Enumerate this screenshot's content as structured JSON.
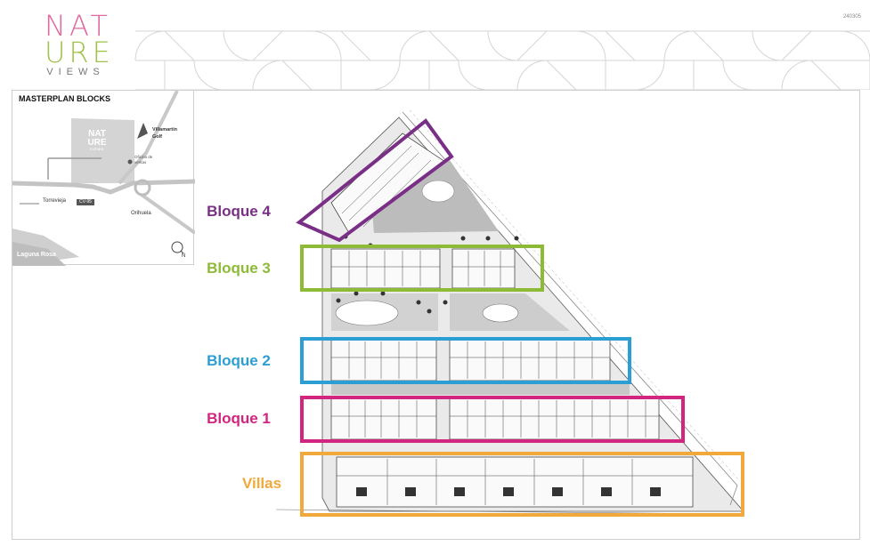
{
  "brand": {
    "line1": "NAT",
    "line2": "URE",
    "line3": "VIEWS",
    "code": "240305",
    "colors": {
      "pink": "#e06aa0",
      "green": "#9fc24a"
    }
  },
  "location_map": {
    "title": "MASTERPLAN BLOCKS",
    "logo_line1": "NAT",
    "logo_line2": "URE",
    "logo_line3": "VIEWS",
    "golf": "Villamartín Golf",
    "office": "Oficina de ventas",
    "torrevieja": "Torrevieja",
    "road_badge": "CV-95",
    "orihuela": "Orihuela",
    "laguna": "Laguna Rosa",
    "north": "N"
  },
  "blocks": [
    {
      "label": "Bloque 4",
      "color": "#7a2f86"
    },
    {
      "label": "Bloque 3",
      "color": "#8dbb35"
    },
    {
      "label": "Bloque 2",
      "color": "#2b9fd4"
    },
    {
      "label": "Bloque 1",
      "color": "#d2257f"
    },
    {
      "label": "Villas",
      "color": "#f0a93a"
    }
  ]
}
